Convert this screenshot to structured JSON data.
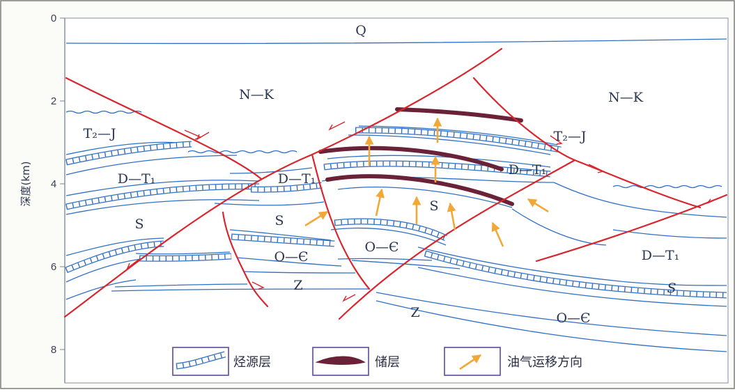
{
  "y_axis": {
    "title": "深度(km)",
    "ticks": [
      "0",
      "2",
      "4",
      "6",
      "8"
    ]
  },
  "units": [
    {
      "id": "q",
      "label": "Q"
    },
    {
      "id": "nk-left",
      "label": "N—K"
    },
    {
      "id": "nk-right",
      "label": "N—K"
    },
    {
      "id": "t2j-left",
      "label": "T₂—J"
    },
    {
      "id": "t2j-right",
      "label": "T₂—J"
    },
    {
      "id": "dt1-left",
      "label": "D—T₁"
    },
    {
      "id": "dt1-mid",
      "label": "D—T₁"
    },
    {
      "id": "dt1-center",
      "label": "D—T₁"
    },
    {
      "id": "dt1-right",
      "label": "D—T₁"
    },
    {
      "id": "s-left",
      "label": "S"
    },
    {
      "id": "s-mid",
      "label": "S"
    },
    {
      "id": "s-center",
      "label": "S"
    },
    {
      "id": "s-right",
      "label": "S"
    },
    {
      "id": "oe-mid",
      "label": "O—Є"
    },
    {
      "id": "oe-center",
      "label": "O—Є"
    },
    {
      "id": "oe-right",
      "label": "O—Є"
    },
    {
      "id": "z-mid",
      "label": "Z"
    },
    {
      "id": "z-center",
      "label": "Z"
    }
  ],
  "legend": {
    "source_rock": "烃源层",
    "reservoir": "储层",
    "migration": "油气运移方向"
  },
  "colors": {
    "fault": "#d9262e",
    "boundary": "#2f6fc4",
    "reservoir": "#6a2238",
    "migration": "#f2a836",
    "legend_frame": "#5c4a9a"
  }
}
